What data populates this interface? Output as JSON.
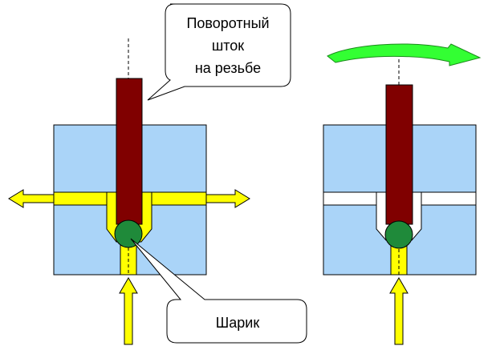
{
  "diagram": {
    "callouts": {
      "rod": {
        "lines": [
          "Поворотный",
          "шток",
          "на резьбе"
        ]
      },
      "ball": {
        "text": "Шарик"
      }
    },
    "states": [
      {
        "id": "open",
        "flow_out": true,
        "rotation_arrow": false
      },
      {
        "id": "closed",
        "flow_out": false,
        "rotation_arrow": true
      }
    ],
    "colors": {
      "body": "#aad4f8",
      "rod": "#800000",
      "ball": "#1f8a3a",
      "fluid": "#ffff00",
      "rotation_arrow": "#33ff33",
      "outline": "#000000"
    }
  }
}
